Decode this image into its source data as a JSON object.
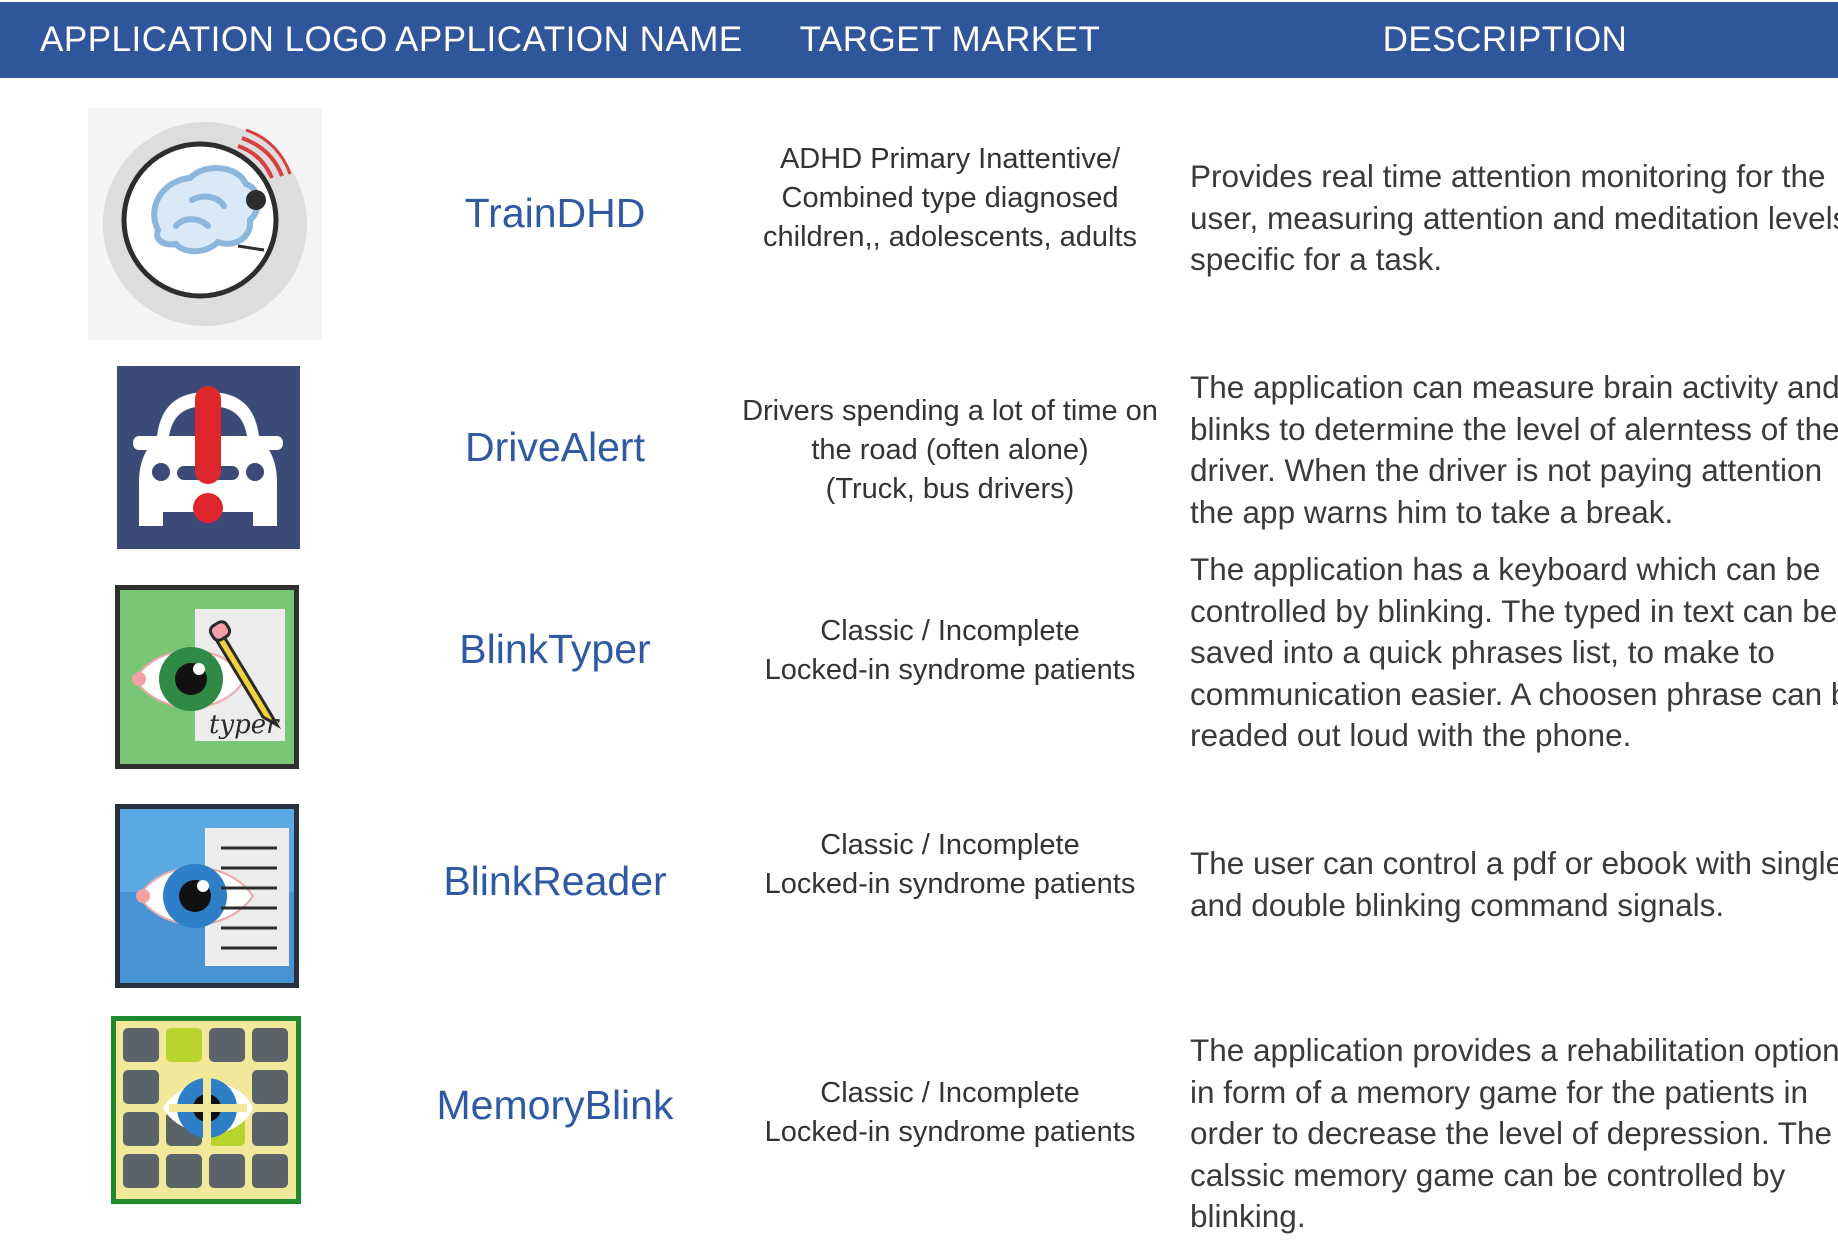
{
  "header": {
    "logo": "APPLICATION LOGO",
    "name": "APPLICATION NAME",
    "market": "TARGET MARKET",
    "description": "DESCRIPTION"
  },
  "apps": [
    {
      "icon": "brain-attention-icon",
      "name": "TrainDHD",
      "market": [
        "ADHD Primary Inattentive/",
        "Combined type diagnosed",
        "children,, adolescents, adults"
      ],
      "description": [
        "Provides real time attention monitoring for the",
        "user, measuring attention and meditation levels",
        "specific for a task."
      ]
    },
    {
      "icon": "car-alert-icon",
      "name": "DriveAlert",
      "market": [
        "Drivers spending a lot of time on",
        "the road (often alone)",
        "(Truck, bus drivers)"
      ],
      "description": [
        "The application can measure brain activity and",
        "blinks to determine the level of alerntess of the",
        "driver. When the driver is not paying attention",
        "the app warns him to take a break."
      ]
    },
    {
      "icon": "eye-pencil-icon",
      "icon_text": "typer",
      "name": "BlinkTyper",
      "market": [
        "Classic / Incomplete",
        "Locked-in syndrome patients"
      ],
      "description": [
        "The application has a keyboard which can be",
        "controlled by blinking. The typed in text can be",
        "saved into a quick phrases list, to make to",
        "communication easier. A choosen phrase can be",
        "readed out loud with the phone."
      ]
    },
    {
      "icon": "eye-document-icon",
      "name": "BlinkReader",
      "market": [
        "Classic / Incomplete",
        "Locked-in syndrome patients"
      ],
      "description": [
        "The user can control a pdf or ebook with single",
        "and double blinking command signals."
      ]
    },
    {
      "icon": "memory-grid-eye-icon",
      "name": "MemoryBlink",
      "market": [
        "Classic / Incomplete",
        "Locked-in syndrome patients"
      ],
      "description": [
        "The application provides a rehabilitation option",
        "in form of a memory game for the patients in",
        "order to decrease the level of depression. The",
        "calssic memory game can be controlled by",
        "blinking."
      ]
    }
  ],
  "colors": {
    "header_bg": "#2f559b",
    "header_text": "#ffffff",
    "app_name": "#2f5aa3",
    "body_text": "#3a3a3a"
  }
}
